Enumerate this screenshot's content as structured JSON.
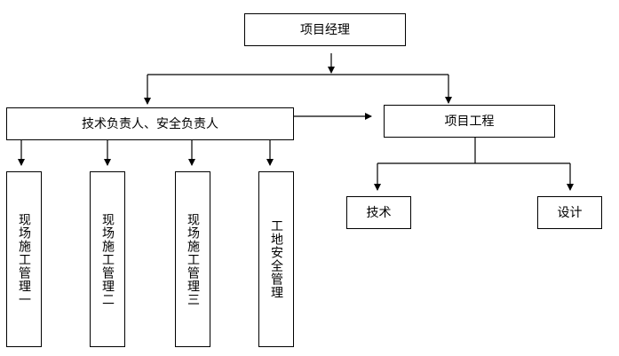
{
  "nodes": {
    "pm": "项目经理",
    "tech_safety": "技术负责人、安全负责人",
    "engineering": "项目工程",
    "site1": "现场施工管理一",
    "site2": "现场施工管理二",
    "site3": "现场施工管理三",
    "safety_mgmt": "工地安全管理",
    "tech": "技术",
    "design": "设计"
  }
}
